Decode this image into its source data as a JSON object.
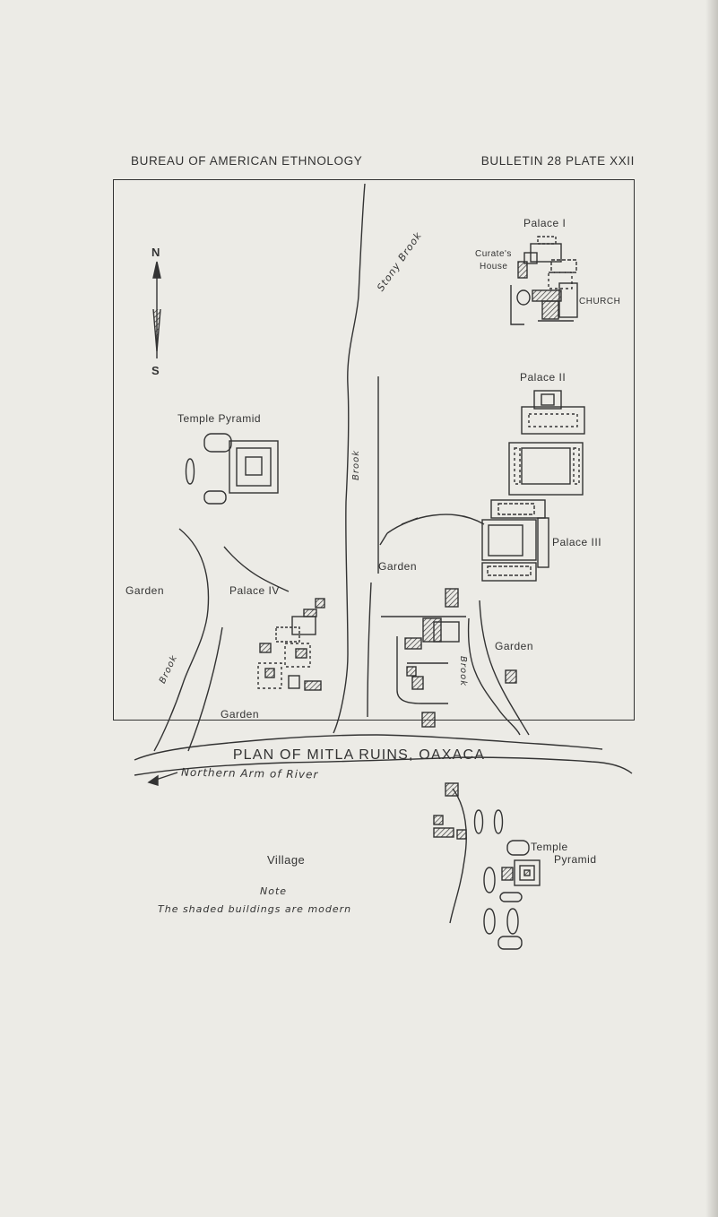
{
  "header": {
    "left": "BUREAU OF AMERICAN ETHNOLOGY",
    "right": "BULLETIN 28  PLATE XXII"
  },
  "compass": {
    "north": "N",
    "south": "S"
  },
  "labels": {
    "palace_1": "Palace I",
    "curates_house_line1": "Curate's",
    "curates_house_line2": "House",
    "church": "CHURCH",
    "palace_2": "Palace II",
    "palace_3": "Palace III",
    "palace_4": "Palace IV",
    "temple_pyramid_north": "Temple Pyramid",
    "temple_pyramid_south": "Temple",
    "temple_pyramid_south_2": "Pyramid",
    "garden_west": "Garden",
    "garden_southwest": "Garden",
    "garden_center": "Garden",
    "garden_east": "Garden",
    "brook_upper": "Brook",
    "brook_left": "Brook",
    "brook_east": "Brook",
    "stony_brook": "Stony Brook",
    "river": "Northern Arm of River",
    "village": "Village",
    "note_title": "Note",
    "note_text": "The shaded buildings are modern"
  },
  "caption": "PLAN OF MITLA RUINS, OAXACA"
}
